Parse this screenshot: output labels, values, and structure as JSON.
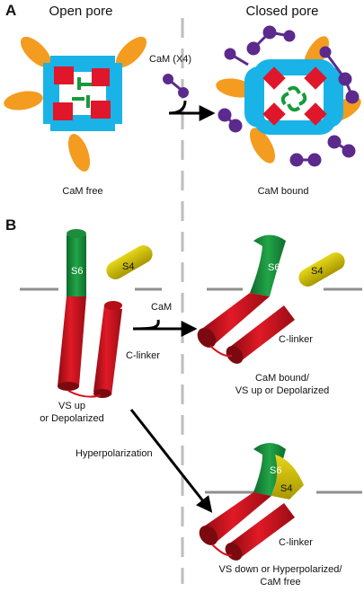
{
  "panels": {
    "A": {
      "letter": "A",
      "left_title": "Open pore",
      "right_title": "Closed pore",
      "reagent": "CaM (X4)",
      "left_caption": "CaM free",
      "right_caption": "CaM bound"
    },
    "B": {
      "letter": "B",
      "s6": "S6",
      "s4": "S4",
      "clinker": "C-linker",
      "cam": "CaM",
      "left_caption_1": "VS up",
      "left_caption_2": "or Depolarized",
      "right_caption_1": "CaM bound/",
      "right_caption_2": "VS up or Depolarized",
      "transition": "Hyperpolarization",
      "bottom_caption_1": "VS down or Hyperpolarized/",
      "bottom_caption_2": "CaM free"
    }
  },
  "colors": {
    "channel_blue": "#19b3e8",
    "subunit_red": "#e0162b",
    "pore_green": "#159a3a",
    "cam_orange": "#f39c1f",
    "cam_purple": "#5b2a8c",
    "helix_green": "#1b8f3a",
    "helix_yellow": "#d6c400",
    "helix_red": "#d4101c",
    "membrane_grey": "#9a9a9a",
    "divider_grey": "#bdbdbd"
  }
}
